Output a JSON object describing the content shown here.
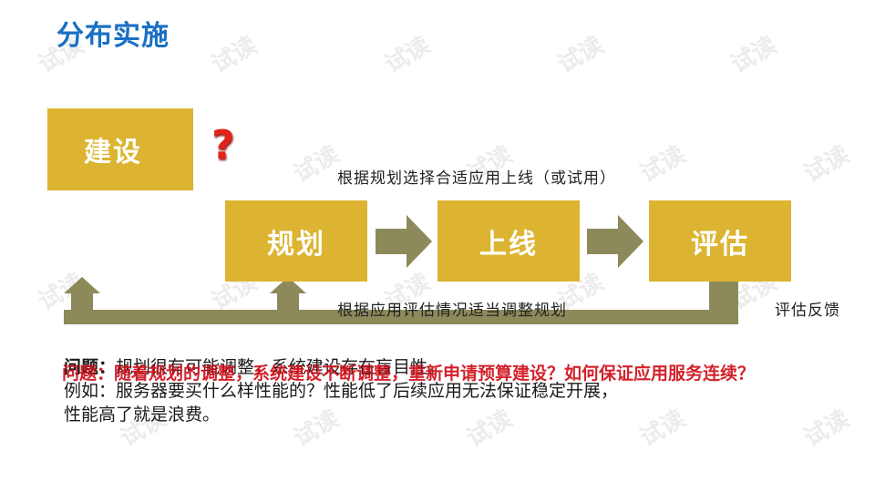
{
  "title": "分布实施",
  "boxes": {
    "build": "建设",
    "plan": "规划",
    "launch": "上线",
    "evaluate": "评估"
  },
  "question_mark": "?",
  "notes": {
    "top": "根据规划选择合适应用上线（或试用）",
    "bottom": "根据应用评估情况适当调整规划",
    "feedback": "评估反馈"
  },
  "problem": {
    "label": "问题：",
    "line1_rest": "规划很有可能调整，系统建设存在盲目性。",
    "line2": "例如：服务器要买什么样性能的？性能低了后续应用无法保证稳定开展，",
    "line3": "性能高了就是浪费。"
  },
  "overlay_question": "问题：随着规划的调整，系统建设不断调整，重新申请预算建设？如何保证应用服务连续？",
  "watermark_text": "试读",
  "colors": {
    "title_blue": "#1a6fc4",
    "box_gold": "#dcb431",
    "arrow_olive": "#8c8a5a",
    "red": "#e2231a"
  }
}
